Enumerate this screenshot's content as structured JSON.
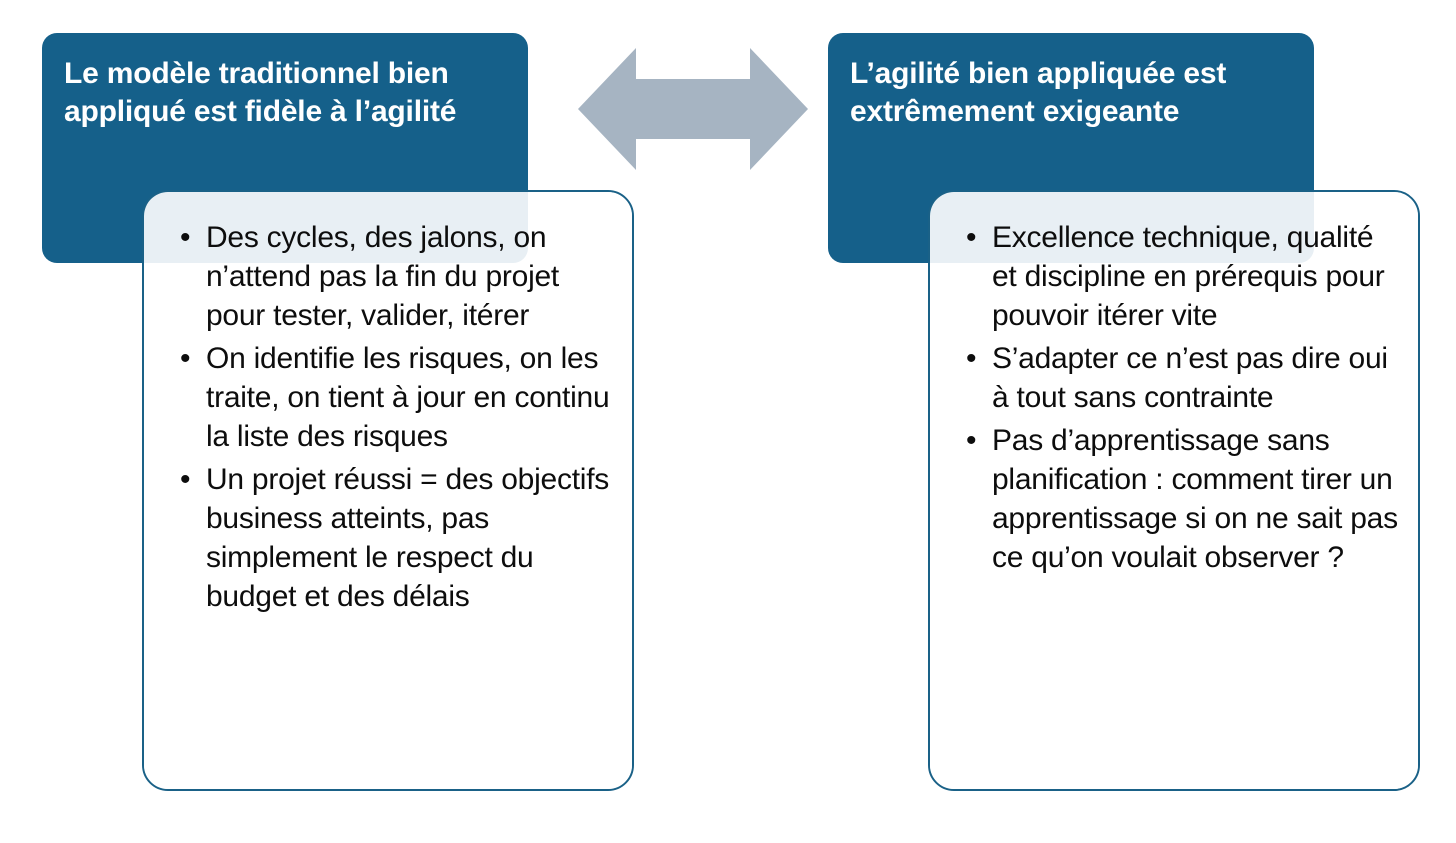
{
  "diagram": {
    "title": "Comparaison modele traditionnel / agilite",
    "colors": {
      "banner_teal": "#15608a",
      "card_border": "#1a6187",
      "arrow_gray": "#a6b4c2",
      "overlap_tint": "#e3eaee",
      "text_dark": "#0d0d0d",
      "text_light": "#ffffff"
    },
    "left": {
      "header": "Le modèle traditionnel bien appliqué est fidèle à l’agilité",
      "bullet_marker": "•",
      "bullets": [
        "Des cycles, des jalons, on n’attend pas la fin du projet pour tester, valider, itérer",
        "On identifie les risques, on les traite, on tient à jour en continu la liste des risques",
        "Un projet réussi = des objectifs business atteints, pas simplement le respect du budget et des délais"
      ]
    },
    "right": {
      "header": "L’agilité bien appliquée est extrêmement exigeante",
      "bullet_marker": "•",
      "bullets": [
        "Excellence technique, qualité et discipline en prérequis pour pouvoir itérer vite",
        "S’adapter ce n’est pas dire oui à tout sans contrainte",
        "Pas d’apprentissage sans planification : comment tirer un apprentissage si on ne sait pas ce qu’on voulait observer ?"
      ]
    },
    "connector": {
      "icon": "double-arrow-horizontal-icon",
      "label": ""
    }
  }
}
